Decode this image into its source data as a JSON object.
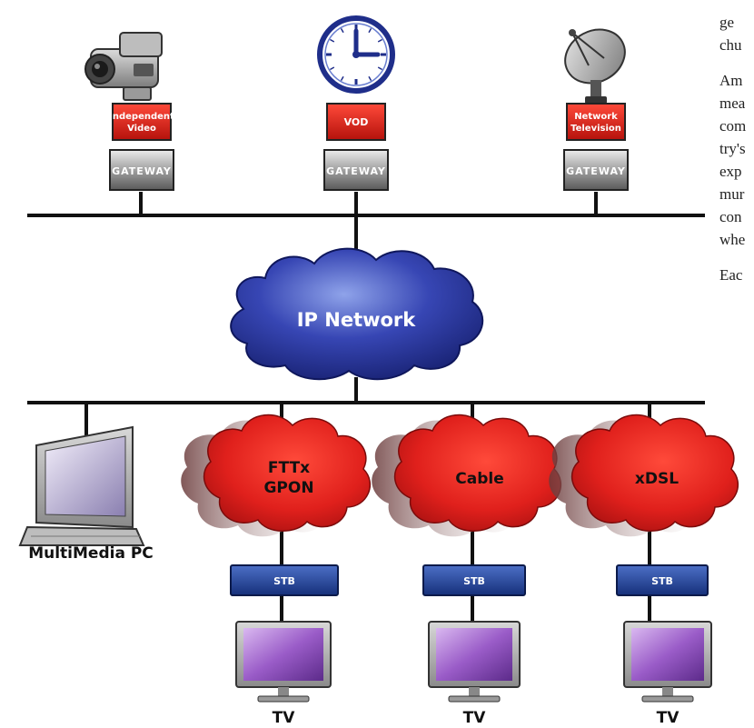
{
  "sources": [
    {
      "id": "independent-video",
      "label_lines": [
        "Independent",
        "Video"
      ],
      "icon": "camcorder-icon"
    },
    {
      "id": "vod",
      "label_lines": [
        "VOD"
      ],
      "icon": "clock-icon"
    },
    {
      "id": "network-television",
      "label_lines": [
        "Network",
        "Television"
      ],
      "icon": "satellite-dish-icon"
    }
  ],
  "gateway_label": "GATEWAY",
  "core_network": {
    "label": "IP Network"
  },
  "access_networks": [
    {
      "id": "fttx-gpon",
      "label_lines": [
        "FTTx",
        "GPON"
      ]
    },
    {
      "id": "cable",
      "label_lines": [
        "Cable"
      ]
    },
    {
      "id": "xdsl",
      "label_lines": [
        "xDSL"
      ]
    }
  ],
  "stb_label": "STB",
  "tv_label": "TV",
  "pc_label": "MultiMedia PC",
  "colors": {
    "red_box": "#d8261c",
    "gateway_gray": "#9a9a9a",
    "cloud_blue": "#2f3ea6",
    "cloud_red": "#e0201c",
    "stb_blue": "#23469a",
    "screen_purple": "#8a4fb6"
  },
  "side_text": {
    "paragraphs": [
      [
        "ge",
        "chu"
      ],
      [
        "Am",
        "mea",
        "com",
        "try's",
        "exp",
        "mur",
        "con",
        "whe"
      ],
      [
        "Eac"
      ]
    ]
  }
}
